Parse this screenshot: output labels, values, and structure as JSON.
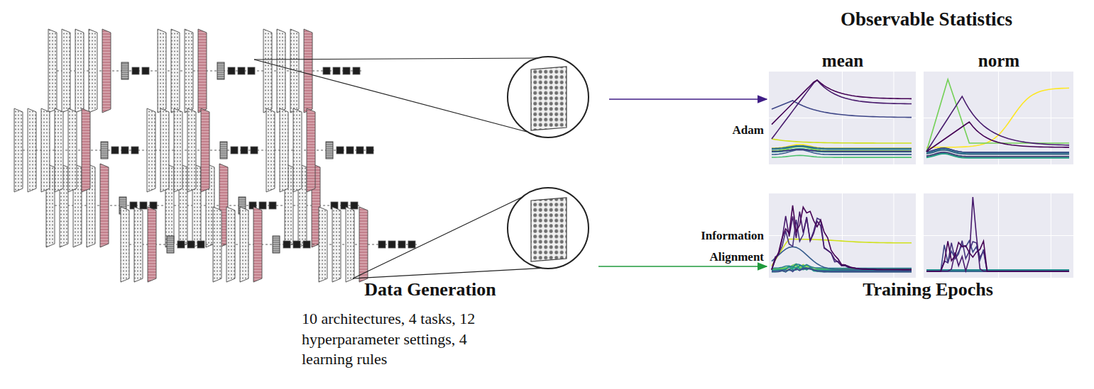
{
  "diagram": {
    "labels": [
      "Observable Statistics",
      "mean",
      "norm",
      "Adam",
      "Information Alignment",
      "Data Generation",
      "Training Epochs",
      "10 architectures, 4 tasks, 12 hyperparameter settings, 4 learning rules"
    ]
  }
}
